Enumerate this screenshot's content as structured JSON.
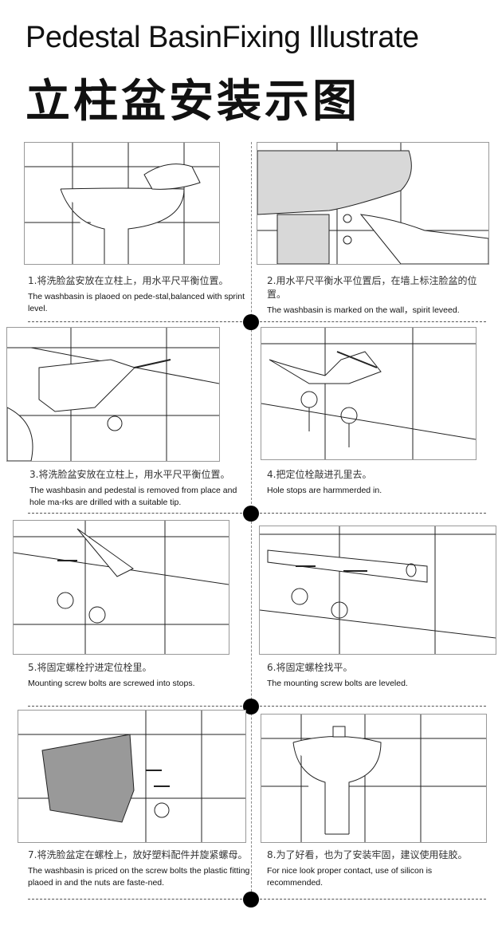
{
  "title_en": "Pedestal BasinFixing Illustrate",
  "title_cn": "立柱盆安装示图",
  "steps": [
    {
      "cn": "1.将洗脸盆安放在立柱上，用水平尺平衡位置。",
      "en": "The washbasin is plaoed on pede-stal,balanced with sprint level."
    },
    {
      "cn": "2.用水平尺平衡水平位置后，在墙上标注脸盆的位置。",
      "en": "The washbasin is marked on the wall，spirit leveed."
    },
    {
      "cn": "3.将洗脸盆安放在立柱上，用水平尺平衡位置。",
      "en": "The washbasin and pedestal is removed from place and hole ma-rks are drilled with a suitable tip."
    },
    {
      "cn": "4.把定位栓敲进孔里去。",
      "en": "Hole stops are harmmerded in."
    },
    {
      "cn": "5.将固定螺栓拧进定位栓里。",
      "en": "Mounting screw bolts are screwed into stops."
    },
    {
      "cn": "6.将固定螺栓找平。",
      "en": "The mounting screw bolts are leveled."
    },
    {
      "cn": "7.将洗脸盆定在螺栓上，放好塑料配件并旋紧螺母。",
      "en": "The washbasin is priced on the screw bolts the plastic fitting plaoed in and the nuts are faste-ned."
    },
    {
      "cn": "8.为了好看，也为了安装牢固，建议使用硅胶。",
      "en": "For nice look proper contact, use of silicon is recommended."
    }
  ]
}
